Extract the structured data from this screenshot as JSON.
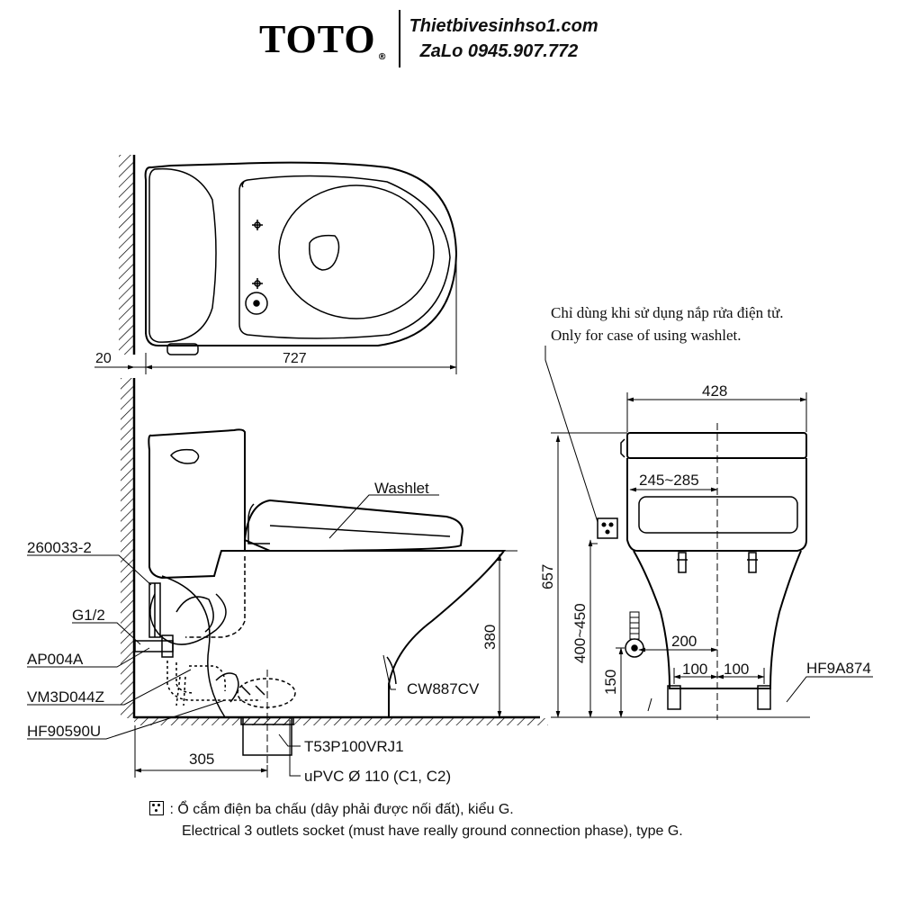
{
  "header": {
    "brand_logo": "TOTO",
    "registered_mark": "®",
    "website": "Thietbivesinhso1.com",
    "contact": "ZaLo 0945.907.772"
  },
  "dimensions": {
    "wall_offset": "20",
    "total_length": "727",
    "width": "428",
    "washlet_mount": "245~285",
    "total_height": "657",
    "seat_height": "380",
    "outlet_height_range": "400~450",
    "supply_height": "150",
    "supply_offset": "200",
    "bolt_spacing_left": "100",
    "bolt_spacing_right": "100",
    "drain_center": "305"
  },
  "parts": {
    "washlet": "Washlet",
    "bowl": "CW887CV",
    "hose": "260033-2",
    "thread": "G1/2",
    "angle_valve": "AP004A",
    "flange": "VM3D044Z",
    "fixing": "HF90590U",
    "drain_pipe": "T53P100VRJ1",
    "pipe_spec": "uPVC Ø 110 (C1, C2)",
    "side_bolt": "HF9A874"
  },
  "notes": {
    "washlet_vi": "Chỉ dùng khi sử dụng nắp rửa điện tử.",
    "washlet_en": "Only for case of using washlet.",
    "socket_icon": "socket-icon",
    "socket_vi": "Ổ cắm điện ba chấu (dây phải được nối đất), kiểu G.",
    "socket_en": "Electrical 3 outlets socket (must have really ground connection phase), type G."
  }
}
